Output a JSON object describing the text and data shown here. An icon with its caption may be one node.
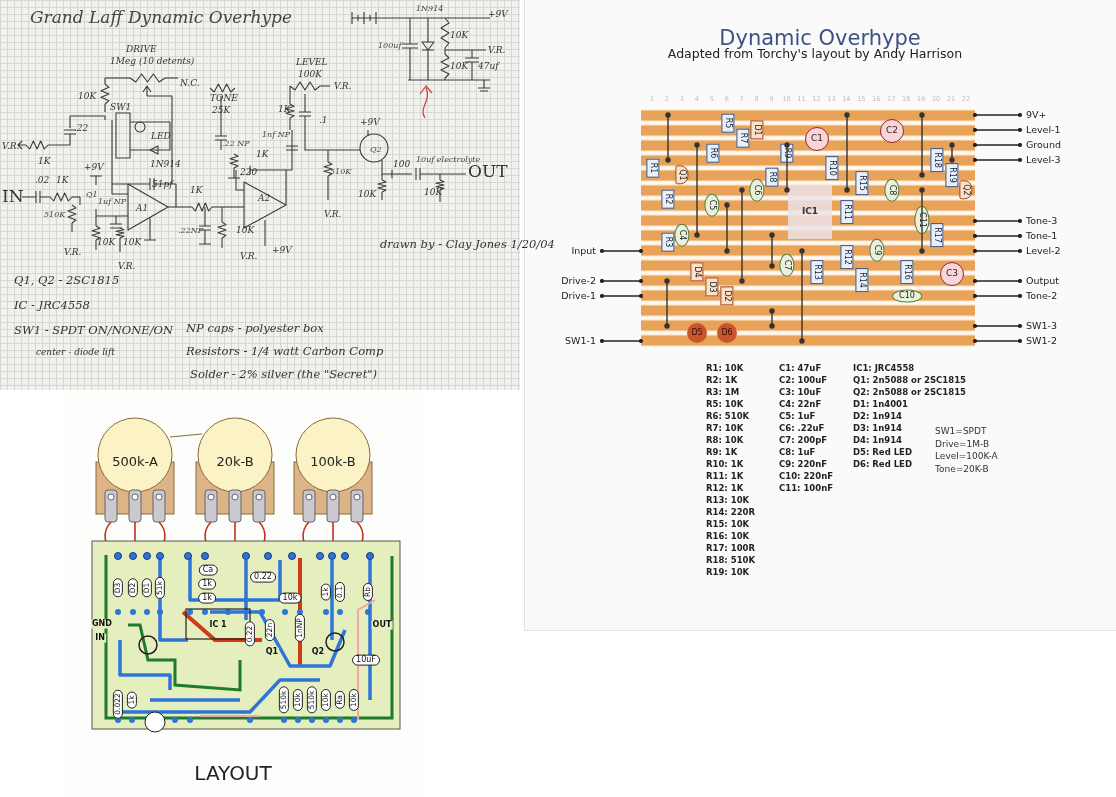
{
  "diagram": {
    "title": "Dynamic Overhype",
    "nodes": [
      {
        "text": [],
        "shape": "box"
      },
      {
        "text": [
          "9V+"
        ]
      },
      {
        "text": [
          "Level-1"
        ]
      },
      {
        "text": [
          "Ground"
        ]
      },
      {
        "text": [
          "Level-3"
        ]
      },
      {
        "text": [
          "Tone-3"
        ]
      },
      {
        "text": [
          "Tone-1"
        ]
      },
      {
        "text": [
          "Level-2"
        ]
      },
      {
        "text": [
          "Output"
        ]
      },
      {
        "text": [
          "Tone-2"
        ]
      },
      {
        "text": [
          "SW1-3"
        ]
      },
      {
        "text": [
          "SW1-2"
        ]
      },
      {
        "text": [
          "Input"
        ]
      },
      {
        "text": [
          "Drive-2"
        ]
      },
      {
        "text": [
          "Drive-1"
        ]
      },
      {
        "text": [
          "SW1-1"
        ]
      }
    ],
    "edges": [
      {
        "from": 1,
        "to": 0,
        "arrow": "other"
      },
      {
        "from": 2,
        "to": 0,
        "arrow": "other"
      },
      {
        "from": 3,
        "to": 0,
        "arrow": "other"
      },
      {
        "from": 4,
        "to": 0,
        "arrow": "other"
      },
      {
        "from": 5,
        "to": 0,
        "arrow": "other"
      },
      {
        "from": 6,
        "to": 0,
        "arrow": "other"
      },
      {
        "from": 7,
        "to": 0,
        "arrow": "other"
      },
      {
        "from": 8,
        "to": 0,
        "arrow": "other"
      },
      {
        "from": 9,
        "to": 0,
        "arrow": "other"
      },
      {
        "from": 10,
        "to": 0,
        "arrow": "other"
      },
      {
        "from": 11,
        "to": 0,
        "arrow": "other"
      },
      {
        "from": 12,
        "to": 0,
        "arrow": "other"
      },
      {
        "from": 13,
        "to": 0,
        "arrow": "other"
      },
      {
        "from": 14,
        "to": 0,
        "arrow": "other"
      },
      {
        "from": 15,
        "to": 0,
        "arrow": "other"
      }
    ],
    "labels": [
      "Grand Laff Dynamic Overhype",
      "DRIVE",
      "1Meg (10 detents)",
      "N.C.",
      "10K",
      "SW1",
      "LED",
      "1N914",
      ".22",
      "V.R.",
      "1K",
      "TONE",
      "25K",
      ".22 NP",
      "220",
      "1K",
      "LEVEL",
      "100K",
      "V.R.",
      "1K",
      "1nf NP",
      ".1",
      "+9V",
      "Q2",
      "100",
      "10uf electrolyte",
      "OUT",
      "51pf",
      ".02",
      "1K",
      "+9V",
      "IN",
      "1uf NP",
      "A1",
      "510K",
      "1K",
      "A2",
      "510K",
      "10K",
      "10K",
      ".22NP",
      "10K",
      "10K",
      "10K",
      "V.R.",
      "V.R.",
      "V.R.",
      "+9V",
      "V.R.",
      "+9V",
      "100uf",
      "1N914",
      "10K",
      "V.R.",
      "10K",
      "47uf",
      "drawn by - Clay Jones 1/20/04",
      "Q1, Q2 - 2SC1815",
      "IC - JRC4558",
      "SW1 - SPDT ON/NONE/ON",
      "center - diode lift",
      "NP caps - polyester box",
      "Resistors - 1/4 watt Carbon Comp",
      "Solder - 2% silver (the \"Secret\")",
      "Q1",
      "Adapted from Torchy's layout by Andy Harrison",
      "1",
      "2",
      "3",
      "4",
      "5",
      "6",
      "7",
      "8",
      "9",
      "10",
      "11",
      "12",
      "13",
      "14",
      "15",
      "16",
      "17",
      "18",
      "19",
      "20",
      "21",
      "22",
      "R1",
      "R2",
      "R3",
      "R5",
      "R6",
      "R7",
      "R8",
      "R9",
      "R10",
      "R11",
      "R12",
      "R13",
      "R14",
      "R15",
      "R16",
      "R17",
      "R18",
      "R19",
      "C1",
      "C2",
      "C3",
      "C4",
      "C5",
      "C6",
      "C7",
      "C8",
      "C9",
      "C10",
      "C11",
      "D1",
      "D2",
      "D3",
      "D4",
      "D5",
      "D6",
      "Q1",
      "Q2",
      "IC1",
      "R1: 10K",
      "R2: 1K",
      "R3: 1M",
      "R5: 10K",
      "R6: 510K",
      "R7: 10K",
      "R8: 10K",
      "R9: 1K",
      "R10: 1K",
      "R11: 1K",
      "R12: 1K",
      "R13: 10K",
      "R14: 220R",
      "R15: 10K",
      "R16: 10K",
      "R17: 100R",
      "R18: 510K",
      "R19: 10K",
      "C1: 47uF",
      "C2: 100uF",
      "C3: 10uF",
      "C4: 22nF",
      "C5: 1uF",
      "C6: .22uF",
      "C7: 200pF",
      "C8: 1uF",
      "C9: 220nF",
      "C10: 220nF",
      "C11: 100nF",
      "IC1: JRC4558",
      "Q1: 2n5088 or 2SC1815",
      "Q2: 2n5088 or 2SC1815",
      "D1: 1n4001",
      "D2: 1n914",
      "D3: 1n914",
      "D4: 1n914",
      "D5: Red LED",
      "D6: Red LED",
      "SW1=SPDT",
      "Drive=1M-B",
      "Level=100K-A",
      "Tone=20K-B",
      "500k-A",
      "20k-B",
      "100k-B",
      "Ca",
      "1k",
      "1k",
      "0.22",
      "10k",
      "1k",
      "0.1",
      "Rb",
      "D3",
      "D2",
      "D1",
      "51k",
      "IC 1",
      "0.22",
      "22n",
      "1nNP",
      "Q1",
      "Q2",
      "GND",
      "IN",
      "OUT",
      "10uF",
      "0.022",
      "1k",
      "510k",
      "10k",
      "510k",
      "10k",
      "Ra",
      "10k",
      "LAYOUT"
    ]
  }
}
